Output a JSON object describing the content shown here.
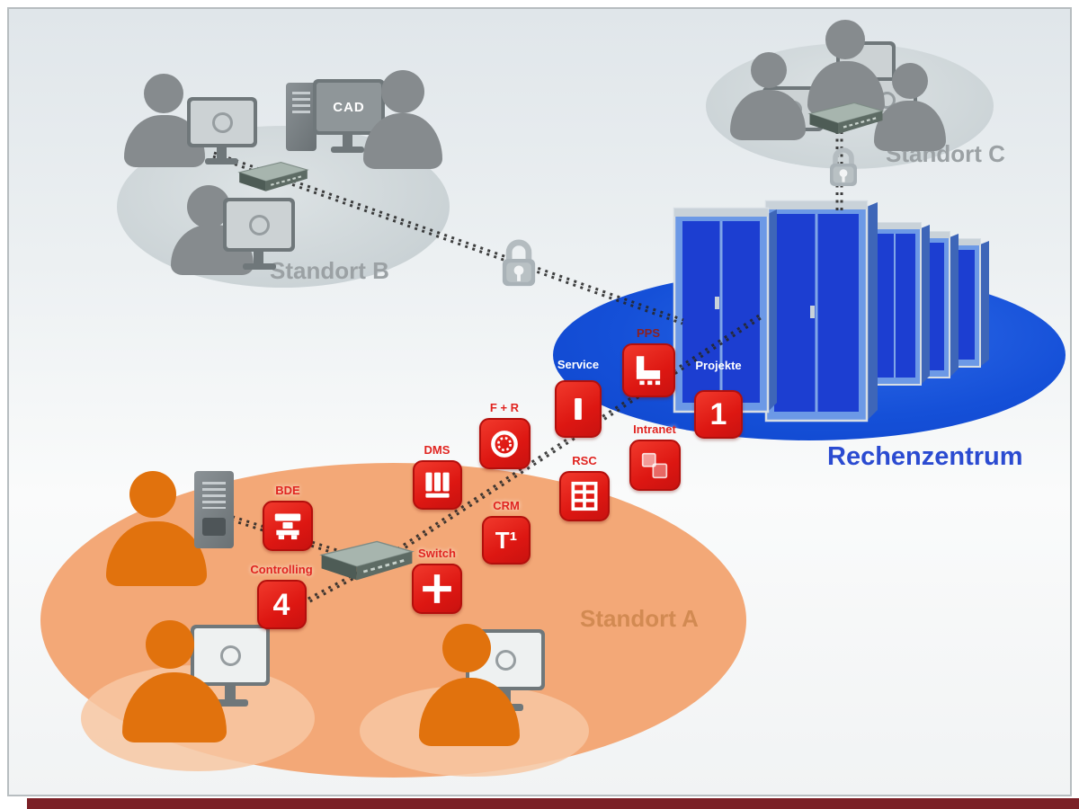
{
  "sites": {
    "a": {
      "label": "Standort A"
    },
    "b": {
      "label": "Standort B"
    },
    "c": {
      "label": "Standort C"
    },
    "datacenter": {
      "label": "Rechenzentrum"
    }
  },
  "modules": {
    "pps": {
      "label": "PPS"
    },
    "service": {
      "label": "Service"
    },
    "projekte": {
      "label": "Projekte",
      "glyph": "1"
    },
    "intranet": {
      "label": "Intranet"
    },
    "fr": {
      "label": "F + R"
    },
    "dms": {
      "label": "DMS"
    },
    "rsc": {
      "label": "RSC"
    },
    "crm": {
      "label": "CRM",
      "glyph": "T¹"
    },
    "bde": {
      "label": "BDE"
    },
    "controlling": {
      "label": "Controlling",
      "glyph": "4"
    },
    "switch": {
      "label": "Switch"
    }
  },
  "workstation": {
    "cad_label": "CAD"
  },
  "icons": {
    "padlock": "lock-shape",
    "pps_factory": "factory-line-shape",
    "service_bar": "vertical-bar-shape",
    "fr_seal": "circle-seal-shape",
    "dms_binders": "three-bars-shape",
    "rsc_rack": "grid-shape",
    "bde_machine": "press-machine-shape",
    "switch_cross": "cross-arrows-shape",
    "intranet_tiles": "overlapping-squares-shape",
    "monitor_logo": "ring-shape"
  },
  "colors": {
    "module_red": "#e02420",
    "datacenter_blue": "#1550d8",
    "server_front_blue": "#6c99e6",
    "server_panel_blue": "#1c3ed1",
    "site_a_orange": "#f4ad7c",
    "person_orange": "#e1720d",
    "site_gray": "#ccd4d7",
    "person_gray": "#868b8e",
    "label_gray": "#9ba1a4",
    "label_orange": "#d28a52",
    "label_blue": "#2b4bd1",
    "footer_maroon": "#7b2026"
  }
}
